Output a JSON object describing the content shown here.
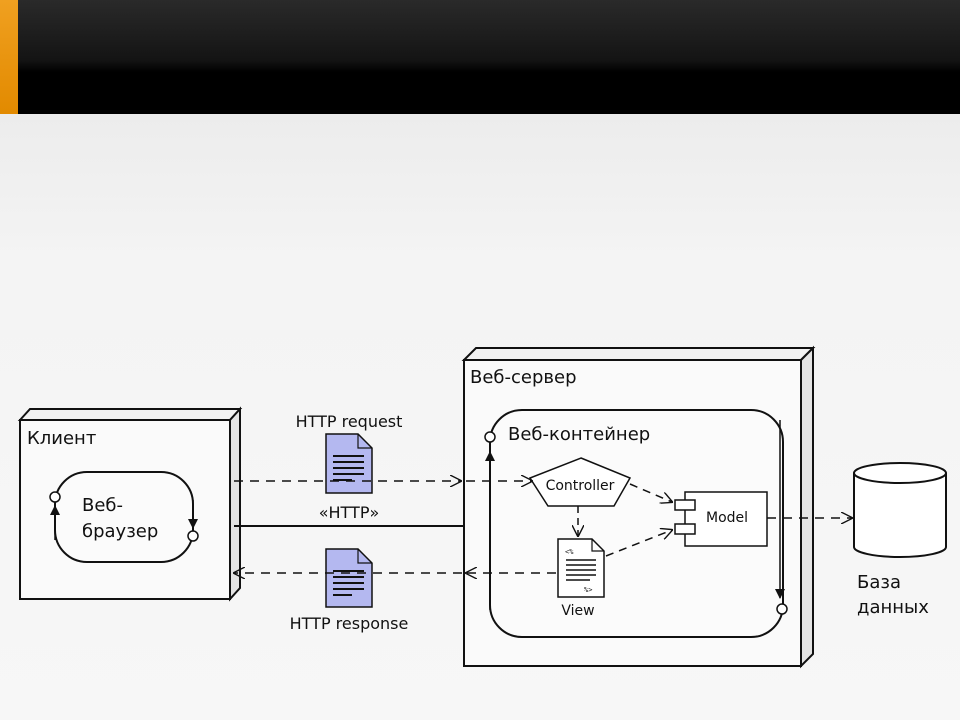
{
  "header": {
    "accent_color": "#f0a020",
    "bar_color": "#000000"
  },
  "diagram": {
    "client_label": "Клиент",
    "browser_label_line1": "Веб-",
    "browser_label_line2": "браузер",
    "server_label": "Веб-сервер",
    "container_label": "Веб-контейнер",
    "controller_label": "Controller",
    "model_label": "Model",
    "view_label": "View",
    "http_request_label": "HTTP request",
    "http_label": "«HTTP»",
    "http_response_label": "HTTP response",
    "database_label_line1": "База",
    "database_label_line2": "данных",
    "document_icon_color": "#b4b8f0"
  }
}
